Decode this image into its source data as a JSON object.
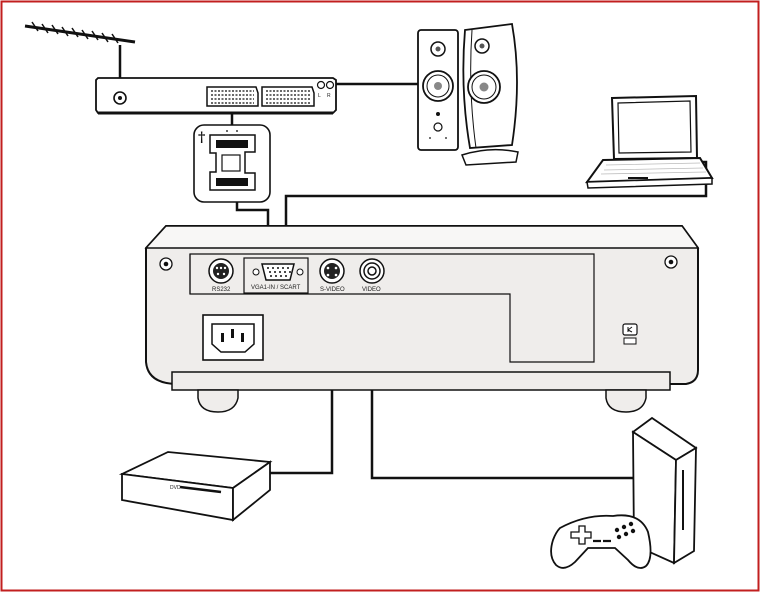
{
  "diagram": {
    "labels": {
      "rs232": "RS232",
      "vga_scart": "VGA1-IN / SCART",
      "s_video": "S-VIDEO",
      "video": "VIDEO",
      "left": "L",
      "right": "R",
      "dagger": "†",
      "dvd": "DVD"
    },
    "colors": {
      "frame": "#c21f1f",
      "line": "#111111",
      "projector_fill": "#efedeb",
      "device_fill": "#ffffff"
    }
  }
}
